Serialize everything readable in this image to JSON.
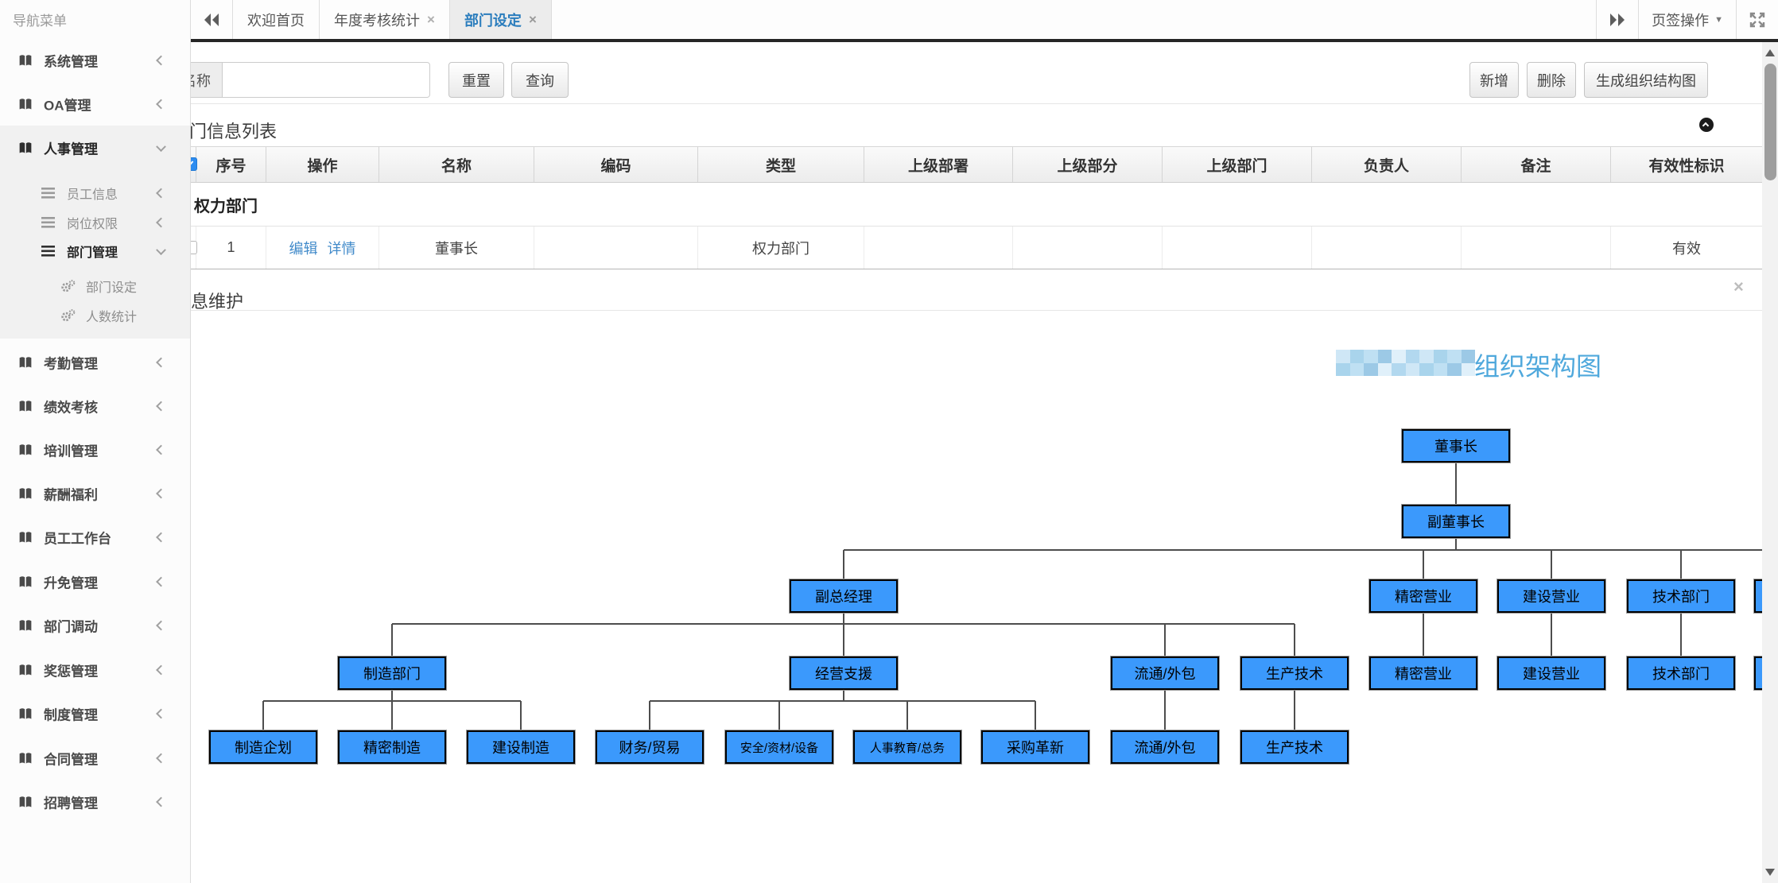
{
  "colors": {
    "active_tab_text": "#2b7dbd",
    "link": "#428bca",
    "org_box_fill": "#3b99fc",
    "org_title_text": "#4fa8dc",
    "checkbox_checked": "#2d8cf0"
  },
  "sidebar": {
    "title": "导航菜单",
    "items": [
      {
        "label": "系统管理",
        "level": 1,
        "chevron": "collapsed",
        "active": false
      },
      {
        "label": "OA管理",
        "level": 1,
        "chevron": "collapsed",
        "active": false
      },
      {
        "label": "人事管理",
        "level": 1,
        "chevron": "expanded",
        "active": true
      },
      {
        "label": "员工信息",
        "level": 2,
        "chevron": "collapsed",
        "active": false
      },
      {
        "label": "岗位权限",
        "level": 2,
        "chevron": "collapsed",
        "active": false
      },
      {
        "label": "部门管理",
        "level": 2,
        "chevron": "expanded",
        "active": true
      },
      {
        "label": "部门设定",
        "level": 3,
        "chevron": null,
        "active": false
      },
      {
        "label": "人数统计",
        "level": 3,
        "chevron": null,
        "active": false
      },
      {
        "label": "考勤管理",
        "level": 1,
        "chevron": "collapsed",
        "active": false
      },
      {
        "label": "绩效考核",
        "level": 1,
        "chevron": "collapsed",
        "active": false
      },
      {
        "label": "培训管理",
        "level": 1,
        "chevron": "collapsed",
        "active": false
      },
      {
        "label": "薪酬福利",
        "level": 1,
        "chevron": "collapsed",
        "active": false
      },
      {
        "label": "员工工作台",
        "level": 1,
        "chevron": "collapsed",
        "active": false
      },
      {
        "label": "升免管理",
        "level": 1,
        "chevron": "collapsed",
        "active": false
      },
      {
        "label": "部门调动",
        "level": 1,
        "chevron": "collapsed",
        "active": false
      },
      {
        "label": "奖惩管理",
        "level": 1,
        "chevron": "collapsed",
        "active": false
      },
      {
        "label": "制度管理",
        "level": 1,
        "chevron": "collapsed",
        "active": false
      },
      {
        "label": "合同管理",
        "level": 1,
        "chevron": "collapsed",
        "active": false
      },
      {
        "label": "招聘管理",
        "level": 1,
        "chevron": "collapsed",
        "active": false
      }
    ]
  },
  "tabbar": {
    "tabs": [
      {
        "label": "欢迎首页",
        "closable": false,
        "active": false
      },
      {
        "label": "年度考核统计",
        "closable": true,
        "active": false
      },
      {
        "label": "部门设定",
        "closable": true,
        "active": true
      }
    ],
    "tab_actions_label": "页签操作"
  },
  "toolbar": {
    "search_label": "名称",
    "search_value": "",
    "reset_label": "重置",
    "query_label": "查询",
    "add_label": "新增",
    "delete_label": "删除",
    "generate_label": "生成组织结构图"
  },
  "list_panel": {
    "title": "部门信息列表",
    "table": {
      "columns": [
        "序号",
        "操作",
        "名称",
        "编码",
        "类型",
        "上级部署",
        "上级部分",
        "上级部门",
        "负责人",
        "备注",
        "有效性标识"
      ],
      "group_row_label": "权力部门",
      "header_checkbox_checked": true,
      "row": {
        "checked": false,
        "seq": "1",
        "actions": [
          "编辑",
          "详情"
        ],
        "name": "董事长",
        "code": "",
        "type": "权力部门",
        "parent_1": "",
        "parent_2": "",
        "parent_3": "",
        "owner": "",
        "note": "",
        "validity": "有效"
      }
    }
  },
  "maintain_panel": {
    "title": "部门信息维护"
  },
  "org_chart": {
    "title_suffix": "组织架构图",
    "redaction_palette": [
      "#cfe7f6",
      "#a9d4ec",
      "#bfe0f3",
      "#9cc9e6",
      "#e0f0fa",
      "#b2d8ef"
    ],
    "nodes": [
      {
        "label": "董事长",
        "parent": null
      },
      {
        "label": "副董事长",
        "parent": "董事长"
      },
      {
        "label": "副总经理",
        "parent": "副董事长"
      },
      {
        "label": "精密营业",
        "parent": "副董事长"
      },
      {
        "label": "建设营业",
        "parent": "副董事长"
      },
      {
        "label": "技术部门",
        "parent": "副董事长"
      },
      {
        "label": "制造部门",
        "parent": "副总经理"
      },
      {
        "label": "经营支援",
        "parent": "副总经理"
      },
      {
        "label": "流通/外包",
        "parent": "副总经理"
      },
      {
        "label": "生产技术",
        "parent": "副总经理"
      },
      {
        "label": "精密营业",
        "parent": "精密营业"
      },
      {
        "label": "建设营业",
        "parent": "建设营业"
      },
      {
        "label": "技术部门",
        "parent": "技术部门"
      },
      {
        "label": "制造企划",
        "parent": "制造部门"
      },
      {
        "label": "精密制造",
        "parent": "制造部门"
      },
      {
        "label": "建设制造",
        "parent": "制造部门"
      },
      {
        "label": "财务/贸易",
        "parent": "经营支援"
      },
      {
        "label": "安全/资材/设备",
        "parent": "经营支援"
      },
      {
        "label": "人事教育/总务",
        "parent": "经营支援"
      },
      {
        "label": "采购革新",
        "parent": "经营支援"
      },
      {
        "label": "流通/外包",
        "parent": "流通/外包"
      },
      {
        "label": "生产技术",
        "parent": "生产技术"
      }
    ]
  }
}
